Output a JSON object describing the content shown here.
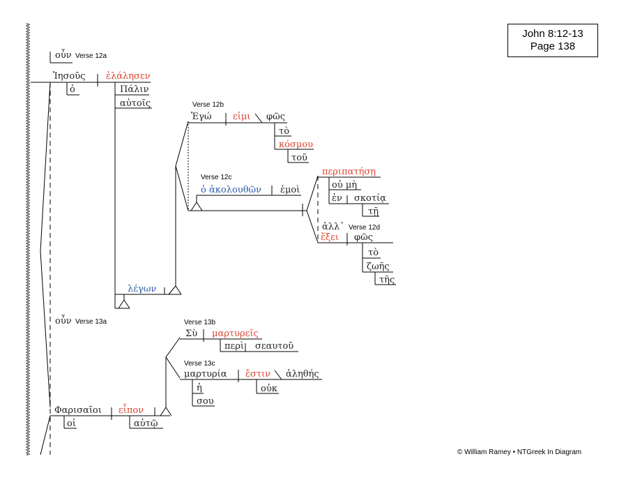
{
  "reference": {
    "line1": "John 8:12-13",
    "line2": "Page 138"
  },
  "credit": "© William Ramey • NTGreek In Diagram",
  "verse_labels": {
    "v12a": "Verse 12a",
    "v12b": "Verse 12b",
    "v12c": "Verse 12c",
    "v12d": "Verse 12d",
    "v13a": "Verse 13a",
    "v13b": "Verse 13b",
    "v13c": "Verse 13c"
  },
  "words": {
    "oun_12a": "οὖν",
    "iesous": "Ἰησοῦς",
    "ho_1": "ὁ",
    "elalesen": "ἐλάλησεν",
    "palin": "Πάλιν",
    "autois": "αὐτοῖς",
    "ego": "Ἐγώ",
    "eimi": "εἰμι",
    "phos_1": "φῶς",
    "to_1": "τὸ",
    "kosmou": "κόσμου",
    "tou": "τοῦ",
    "ho_2": "ὁ",
    "akolouthon": "ἀκολουθῶν",
    "emoi": "ἐμοὶ",
    "peripatese": "περιπατήσῃ",
    "ou_me": "οὐ μὴ",
    "en": "ἐν",
    "skotia": "σκοτίᾳ",
    "te_1": "τῇ",
    "all": "ἀλλ᾽",
    "hexei": "ἕξει",
    "phos_2": "φῶς",
    "to_2": "τὸ",
    "zoes": "ζωῆς",
    "tes": "τῆς",
    "legon": "λέγων",
    "oun_13a": "οὖν",
    "sy": "Σὺ",
    "martyreis": "μαρτυρεῖς",
    "peri": "περὶ",
    "seautou": "σεαυτοῦ",
    "martyria": "μαρτυρία",
    "estin": "ἔστιν",
    "alethes": "ἀληθής",
    "he": "ἡ",
    "sou": "σου",
    "ouk": "οὐκ",
    "pharisaioi": "Φαρισαῖοι",
    "hoi": "οἱ",
    "eipon": "εἶπον",
    "auto": "αὐτῷ"
  }
}
